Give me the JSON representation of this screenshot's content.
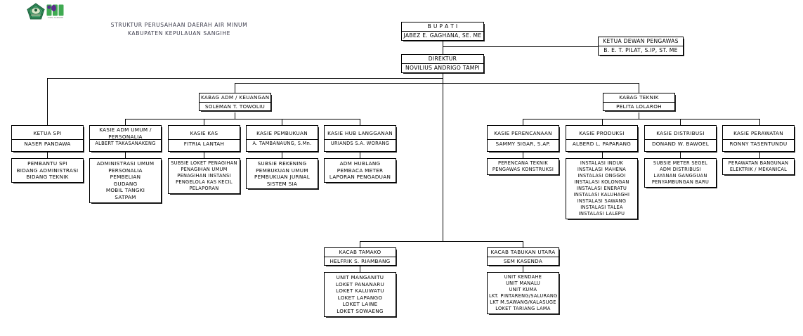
{
  "header": {
    "title_line1": "STRUKTUR PERUSAHAAN DAERAH AIR MINUM",
    "title_line2": "KABUPATEN KEPULAUAN SANGIHE",
    "logo_left_name": "kabupaten-sangihe-emblem",
    "logo_right_name": "pdam-logo",
    "logo_right_caption": "TIRTA SANGIHE",
    "colors": {
      "emblem_green": "#2e8b57",
      "emblem_dark": "#1d5c3a",
      "pm_green": "#3faa52",
      "pm_purple": "#5b2d8e",
      "title_text": "#3a3a4a",
      "line": "#000000",
      "box_border": "#000000",
      "box_fill": "#ffffff"
    }
  },
  "nodes": {
    "bupati": {
      "title": "B U P A T I",
      "name": "JABEZ E. GAGHANA, SE. ME"
    },
    "dewan": {
      "title": "KETUA DEWAN PENGAWAS",
      "name": "B. E. T. PILAT, S.IP, ST. ME"
    },
    "direktur": {
      "title": "DIREKTUR",
      "name": "NOVILIUS ANDRIGO TAMPI"
    },
    "kabag_adm": {
      "title": "KABAG ADM / KEUANGAN",
      "name": "SOLEMAN T. TOWOLIU"
    },
    "kabag_teknik": {
      "title": "KABAG TEKNIK",
      "name": "PELITA LOLAROH"
    },
    "spi": {
      "title": "KETUA  SPI",
      "name": "NASER PANDAWA"
    },
    "adm_umum": {
      "title": "KASIE ADM UMUM / PERSONALIA",
      "title_l1": "KASIE ADM UMUM /",
      "title_l2": "PERSONALIA",
      "name": "ALBERT TAKASANAKENG"
    },
    "kas": {
      "title": "KASIE KAS",
      "name": "FITRIA LANTAH"
    },
    "pembukuan": {
      "title": "KASIE PEMBUKUAN",
      "name": "A. TAMBANAUNG, S.Mn."
    },
    "hublang": {
      "title": "KASIE HUB LANGGANAN",
      "name": "URIANDS S.A. WORANG"
    },
    "perencanaan": {
      "title": "KASIE PERENCANAAN",
      "name": "SAMMY SIGAR, S.AP."
    },
    "produksi": {
      "title": "KASIE PRODUKSI",
      "name": "ALBERD L. PAPARANG"
    },
    "distribusi": {
      "title": "KASIE DISTRIBUSI",
      "name": "DONAND W. BAWOEL"
    },
    "perawatan": {
      "title": "KASIE PERAWATAN",
      "name": "RONNY TASENTUNDU"
    },
    "kacab_tamako": {
      "title": "KACAB TAMAKO",
      "name": "HELFRIK S. RIAMBANG"
    },
    "kacab_tabukan": {
      "title": "KACAB TABUKAN UTARA",
      "name": "SEM KASENDA"
    }
  },
  "detail_lists": {
    "spi": [
      "PEMBANTU SPI",
      "BIDANG ADMINISTRASI",
      "BIDANG TEKNIK"
    ],
    "adm_umum": [
      "ADMINISTRASI UMUM",
      "PERSONALIA",
      "PEMBELIAN",
      "GUDANG",
      "MOBIL TANGKI",
      "SATPAM"
    ],
    "kas": [
      "SUBSIE LOKET PENAGIHAN",
      "PENAGIHAN UMUM",
      "PENAGIHAN INSTANSI",
      "PENGELOLA KAS KECIL",
      "PELAPORAN"
    ],
    "pembukuan": [
      "SUBSIE REKENING",
      "PEMBUKUAN UMUM",
      "PEMBUKUAN JURNAL",
      "SISTEM SIA"
    ],
    "hublang": [
      "ADM HUBLANG",
      "PEMBACA METER",
      "LAPORAN PENGADUAN"
    ],
    "perencanaan": [
      "PERENCANA TEKNIK",
      "PENGAWAS KONSTRUKSI"
    ],
    "produksi": [
      "INSTALASI INDUK",
      "INSTALASI MAHENA",
      "INSTALASI ONGGOI",
      "INSTALASI KOLONGAN",
      "INSTALASI ENERATU",
      "INSTALASI KALUHAGHI",
      "INSTALASI SAWANG",
      "INSTALASI TALEA",
      "INSTALASI LALEPU"
    ],
    "distribusi": [
      "SUBSIE METER SEGEL",
      "ADM DISTRIBUSI",
      "LAYANAN GANGGUAN",
      "PENYAMBUNGAN BARU"
    ],
    "perawatan": [
      "PERAWATAN BANGUNAN",
      "ELEKTRIK / MEKANICAL"
    ],
    "kacab_tamako": [
      "UNIT MANGANITU",
      "LOKET PANANARU",
      "LOKET KALUWATU",
      "LOKET LAPANGO",
      "LOKET LAINE",
      "LOKET SOWAENG"
    ],
    "kacab_tabukan": [
      "UNIT KENDAHE",
      "UNIT MANALU",
      "UNIT KUMA",
      "LKT. PINTARENG/SALURANG",
      "LKT M.SAWANG/KALASUGE",
      "LOKET TARIANG LAMA"
    ]
  }
}
